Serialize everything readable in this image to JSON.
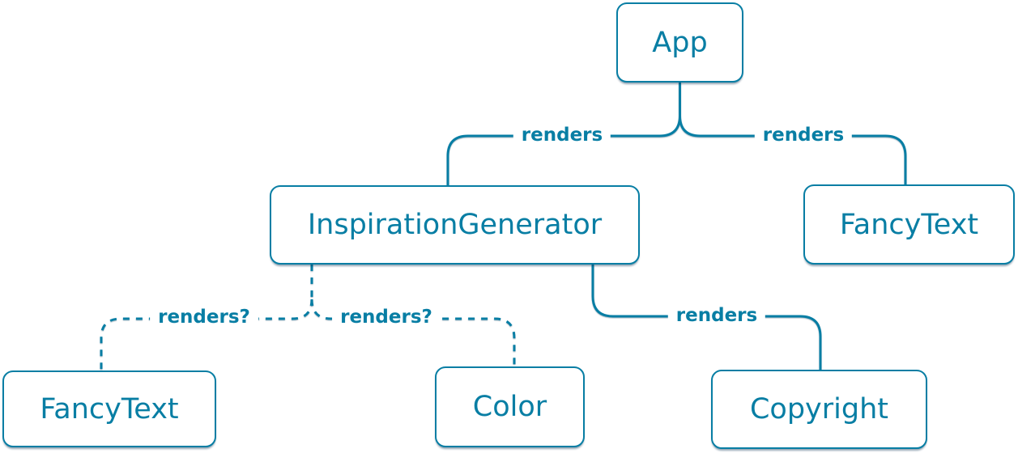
{
  "colors": {
    "accent": "#087ea4",
    "node_background": "#ffffff",
    "page_background": "#ffffff"
  },
  "diagram": {
    "nodes": [
      {
        "id": "app",
        "label": "App"
      },
      {
        "id": "inspiration-generator",
        "label": "InspirationGenerator"
      },
      {
        "id": "fancy-text-top",
        "label": "FancyText"
      },
      {
        "id": "fancy-text-bottom",
        "label": "FancyText"
      },
      {
        "id": "color",
        "label": "Color"
      },
      {
        "id": "copyright",
        "label": "Copyright"
      }
    ],
    "edges": [
      {
        "from": "App",
        "to": "InspirationGenerator",
        "label": "renders",
        "style": "solid"
      },
      {
        "from": "App",
        "to": "FancyText",
        "label": "renders",
        "style": "solid"
      },
      {
        "from": "InspirationGenerator",
        "to": "FancyText",
        "label": "renders?",
        "style": "dashed"
      },
      {
        "from": "InspirationGenerator",
        "to": "Color",
        "label": "renders?",
        "style": "dashed"
      },
      {
        "from": "InspirationGenerator",
        "to": "Copyright",
        "label": "renders",
        "style": "solid"
      }
    ]
  }
}
